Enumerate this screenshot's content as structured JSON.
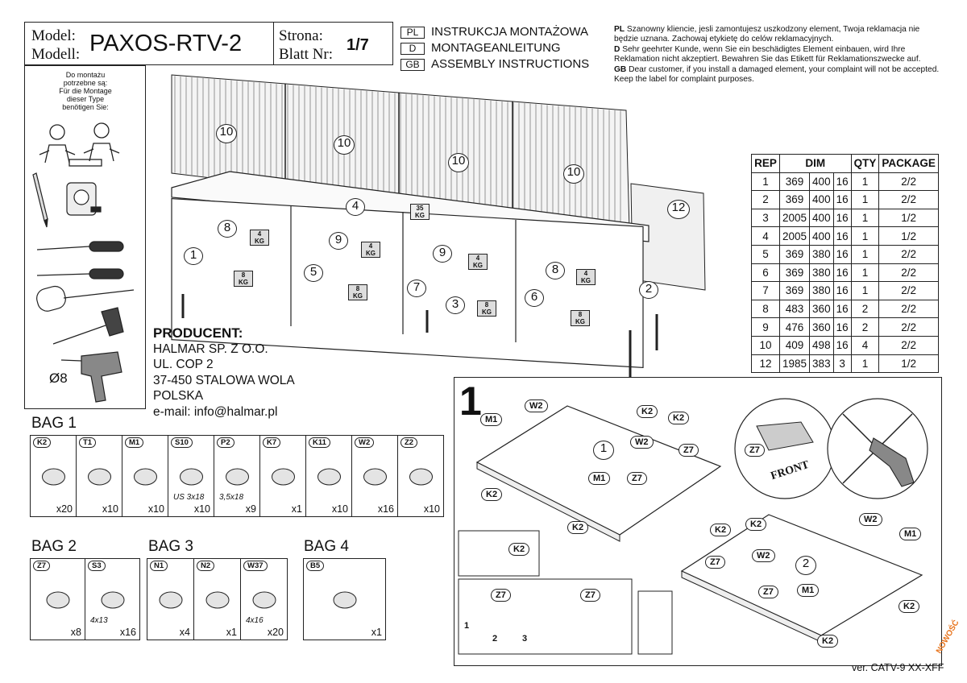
{
  "header": {
    "model_label_pl": "Model:",
    "model_label_de": "Modell:",
    "model_name": "PAXOS-RTV-2",
    "page_label_pl": "Strona:",
    "page_label_de": "Blatt Nr:",
    "page_number": "1/7",
    "languages": [
      {
        "code": "PL",
        "title": "INSTRUKCJA MONTAŻOWA"
      },
      {
        "code": "D",
        "title": "MONTAGEANLEITUNG"
      },
      {
        "code": "GB",
        "title": "ASSEMBLY INSTRUCTIONS"
      }
    ],
    "notice": [
      {
        "code": "PL",
        "text": "Szanowny kliencie, jesli zamontujesz uszkodzony element, Twoja reklamacja nie będzie uznana. Zachowaj etykietę do celów reklamacyjnych."
      },
      {
        "code": "D",
        "text": "Sehr geehrter Kunde, wenn Sie ein beschädigtes Element einbauen, wird Ihre Reklamation nicht akzeptiert. Bewahren Sie das Etikett für Reklamationszwecke auf."
      },
      {
        "code": "GB",
        "text": "Dear customer, if you install a damaged element, your complaint will not be accepted. Keep the label for complaint purposes."
      }
    ]
  },
  "tools": {
    "text_pl": [
      "Do montażu",
      "potrzebne są:"
    ],
    "text_de": [
      "Für die Montage",
      "dieser Type",
      "benötigen Sie:"
    ],
    "drill_size": "Ø8"
  },
  "drawing": {
    "part_numbers": [
      "10",
      "10",
      "10",
      "10",
      "4",
      "12",
      "8",
      "9",
      "9",
      "8",
      "1",
      "5",
      "7",
      "3",
      "6",
      "2"
    ],
    "weights": [
      "4\nKG",
      "4\nKG",
      "4\nKG",
      "4\nKG",
      "8\nKG",
      "8\nKG",
      "8\nKG",
      "8\nKG"
    ],
    "top_weight": "35\nKG"
  },
  "producer": {
    "title": "PRODUCENT:",
    "lines": [
      "HALMAR SP. Z O.O.",
      "UL. COP 2",
      "37-450 STALOWA WOLA",
      "POLSKA",
      "e-mail: info@halmar.pl"
    ]
  },
  "parts_table": {
    "headers": [
      "REP",
      "DIM",
      "QTY",
      "PACKAGE"
    ],
    "rows": [
      [
        "1",
        "369",
        "400",
        "16",
        "1",
        "2/2"
      ],
      [
        "2",
        "369",
        "400",
        "16",
        "1",
        "2/2"
      ],
      [
        "3",
        "2005",
        "400",
        "16",
        "1",
        "1/2"
      ],
      [
        "4",
        "2005",
        "400",
        "16",
        "1",
        "1/2"
      ],
      [
        "5",
        "369",
        "380",
        "16",
        "1",
        "2/2"
      ],
      [
        "6",
        "369",
        "380",
        "16",
        "1",
        "2/2"
      ],
      [
        "7",
        "369",
        "380",
        "16",
        "1",
        "2/2"
      ],
      [
        "8",
        "483",
        "360",
        "16",
        "2",
        "2/2"
      ],
      [
        "9",
        "476",
        "360",
        "16",
        "2",
        "2/2"
      ],
      [
        "10",
        "409",
        "498",
        "16",
        "4",
        "2/2"
      ],
      [
        "12",
        "1985",
        "383",
        "3",
        "1",
        "1/2"
      ]
    ]
  },
  "bags": {
    "bag1": {
      "title": "BAG 1",
      "items": [
        {
          "code": "K2",
          "qty": "x20",
          "spec": ""
        },
        {
          "code": "T1",
          "qty": "x10",
          "spec": ""
        },
        {
          "code": "M1",
          "qty": "x10",
          "spec": ""
        },
        {
          "code": "S10",
          "qty": "x10",
          "spec": "US 3x18"
        },
        {
          "code": "P2",
          "qty": "x9",
          "spec": "3,5x18"
        },
        {
          "code": "K7",
          "qty": "x1",
          "spec": ""
        },
        {
          "code": "K11",
          "qty": "x10",
          "spec": ""
        },
        {
          "code": "W2",
          "qty": "x16",
          "spec": ""
        },
        {
          "code": "Z2",
          "qty": "x10",
          "spec": ""
        }
      ]
    },
    "bag2": {
      "title": "BAG 2",
      "items": [
        {
          "code": "Z7",
          "qty": "x8",
          "spec": ""
        },
        {
          "code": "S3",
          "qty": "x16",
          "spec": "4x13"
        }
      ]
    },
    "bag3": {
      "title": "BAG 3",
      "items": [
        {
          "code": "N1",
          "qty": "x4",
          "spec": ""
        },
        {
          "code": "N2",
          "qty": "x1",
          "spec": ""
        },
        {
          "code": "W37",
          "qty": "x20",
          "spec": "4x16"
        }
      ]
    },
    "bag4": {
      "title": "BAG 4",
      "items": [
        {
          "code": "B5",
          "qty": "x1",
          "spec": ""
        }
      ]
    }
  },
  "step1": {
    "number": "1",
    "labels": {
      "w2": "W2",
      "k2": "K2",
      "m1": "M1",
      "z7": "Z7",
      "panel1": "1",
      "panel2": "2",
      "front": "FRONT"
    },
    "detail_steps": [
      "1",
      "2",
      "3"
    ]
  },
  "footer": {
    "version": "ver. CATV-9 XX-XFF",
    "stamp": "NOWOŚĆ"
  }
}
